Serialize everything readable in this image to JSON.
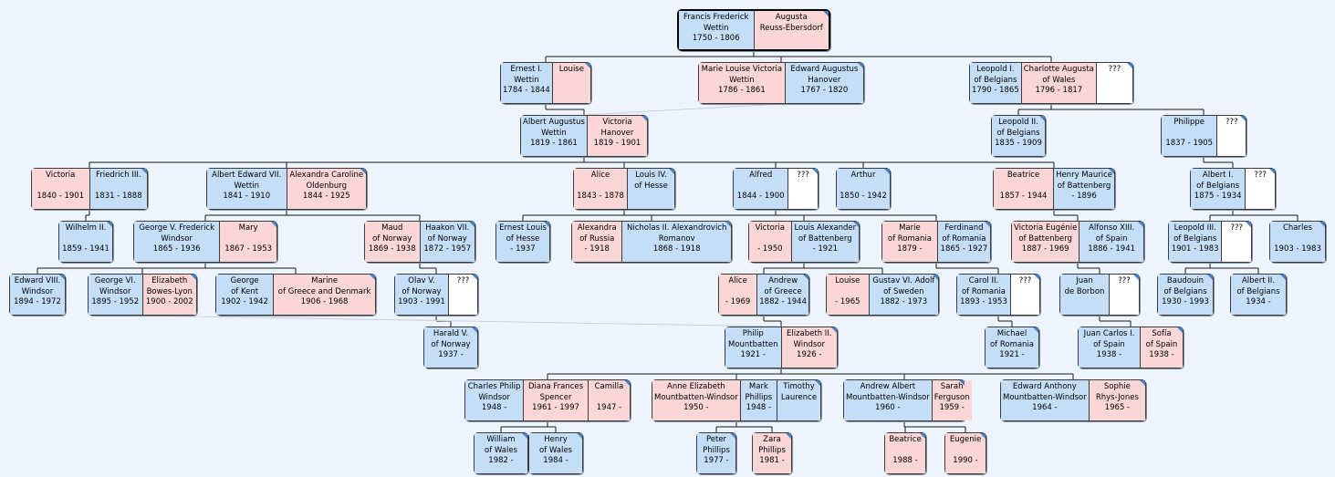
{
  "families": [
    {
      "id": "f1",
      "root": true,
      "people": [
        {
          "lines": [
            "Francis Frederick",
            "Wettin",
            "1750 - 1806"
          ],
          "sex": "m"
        },
        {
          "lines": [
            "Augusta",
            "Reuss-Ebersdorf",
            ""
          ],
          "sex": "f"
        }
      ]
    },
    {
      "id": "f2",
      "people": [
        {
          "lines": [
            "Ernest I.",
            "Wettin",
            "1784 - 1844"
          ],
          "sex": "m"
        },
        {
          "lines": [
            "Louise",
            "",
            ""
          ],
          "sex": "f"
        }
      ]
    },
    {
      "id": "f3",
      "people": [
        {
          "lines": [
            "Marie Louise Victoria",
            "Wettin",
            "1786 - 1861"
          ],
          "sex": "f"
        },
        {
          "lines": [
            "Edward Augustus",
            "Hanover",
            "1767 - 1820"
          ],
          "sex": "m"
        }
      ]
    },
    {
      "id": "f4",
      "people": [
        {
          "lines": [
            "Leopold I.",
            "of Belgians",
            "1790 - 1865"
          ],
          "sex": "m"
        },
        {
          "lines": [
            "Charlotte Augusta",
            "of Wales",
            "1796 - 1817"
          ],
          "sex": "f"
        },
        {
          "lines": [
            "???",
            "",
            ""
          ],
          "sex": "u"
        }
      ]
    },
    {
      "id": "f5",
      "people": [
        {
          "lines": [
            "Albert Augustus",
            "Wettin",
            "1819 - 1861"
          ],
          "sex": "m"
        },
        {
          "lines": [
            "Victoria",
            "Hanover",
            "1819 - 1901"
          ],
          "sex": "f"
        }
      ]
    },
    {
      "id": "f6",
      "people": [
        {
          "lines": [
            "Leopold II.",
            "of Belgians",
            "1835 - 1909"
          ],
          "sex": "m"
        }
      ]
    },
    {
      "id": "f7",
      "people": [
        {
          "lines": [
            "Philippe",
            "",
            "1837 - 1905"
          ],
          "sex": "m"
        },
        {
          "lines": [
            "???",
            "",
            ""
          ],
          "sex": "u"
        }
      ]
    },
    {
      "id": "f8",
      "people": [
        {
          "lines": [
            "Victoria",
            "",
            "1840 - 1901"
          ],
          "sex": "f"
        },
        {
          "lines": [
            "Friedrich III.",
            "",
            "1831 - 1888"
          ],
          "sex": "m"
        }
      ]
    },
    {
      "id": "f9",
      "people": [
        {
          "lines": [
            "Albert Edward VII.",
            "Wettin",
            "1841 - 1910"
          ],
          "sex": "m"
        },
        {
          "lines": [
            "Alexandra Caroline",
            "Oldenburg",
            "1844 - 1925"
          ],
          "sex": "f"
        }
      ]
    },
    {
      "id": "f10",
      "people": [
        {
          "lines": [
            "Alice",
            "",
            "1843 - 1878"
          ],
          "sex": "f"
        },
        {
          "lines": [
            "Louis IV.",
            "of Hesse",
            ""
          ],
          "sex": "m"
        }
      ]
    },
    {
      "id": "f11",
      "people": [
        {
          "lines": [
            "Alfred",
            "",
            "1844 - 1900"
          ],
          "sex": "m"
        },
        {
          "lines": [
            "???",
            "",
            ""
          ],
          "sex": "u"
        }
      ]
    },
    {
      "id": "f12",
      "people": [
        {
          "lines": [
            "Arthur",
            "",
            "1850 - 1942"
          ],
          "sex": "m"
        }
      ]
    },
    {
      "id": "f13",
      "people": [
        {
          "lines": [
            "Beatrice",
            "",
            "1857 - 1944"
          ],
          "sex": "f"
        },
        {
          "lines": [
            "Henry Maurice",
            "of Battenberg",
            "- 1896"
          ],
          "sex": "m"
        }
      ]
    },
    {
      "id": "f14",
      "people": [
        {
          "lines": [
            "Albert I.",
            "of Belgians",
            "1875 - 1934"
          ],
          "sex": "m"
        },
        {
          "lines": [
            "???",
            "",
            ""
          ],
          "sex": "u"
        }
      ]
    },
    {
      "id": "f15",
      "people": [
        {
          "lines": [
            "Wilhelm II.",
            "",
            "1859 - 1941"
          ],
          "sex": "m"
        }
      ]
    },
    {
      "id": "f16",
      "people": [
        {
          "lines": [
            "George V. Frederick",
            "Windsor",
            "1865 - 1936"
          ],
          "sex": "m"
        },
        {
          "lines": [
            "Mary",
            "",
            "1867 - 1953"
          ],
          "sex": "f"
        }
      ]
    },
    {
      "id": "f17",
      "people": [
        {
          "lines": [
            "Maud",
            "of Norway",
            "1869 - 1938"
          ],
          "sex": "f"
        },
        {
          "lines": [
            "Haakon VII.",
            "of Norway",
            "1872 - 1957"
          ],
          "sex": "m"
        }
      ]
    },
    {
      "id": "f18",
      "people": [
        {
          "lines": [
            "Ernest Louis",
            "of Hesse",
            "- 1937"
          ],
          "sex": "m"
        }
      ]
    },
    {
      "id": "f19",
      "people": [
        {
          "lines": [
            "Alexandra",
            "of Russia",
            "- 1918"
          ],
          "sex": "f"
        },
        {
          "lines": [
            "Nicholas II. Alexandrovich",
            "Romanov",
            "1868 - 1918"
          ],
          "sex": "m"
        }
      ]
    },
    {
      "id": "f20",
      "people": [
        {
          "lines": [
            "Victoria",
            "",
            "- 1950"
          ],
          "sex": "f"
        },
        {
          "lines": [
            "Louis Alexander",
            "of Battenberg",
            "- 1921"
          ],
          "sex": "m"
        }
      ]
    },
    {
      "id": "f21",
      "people": [
        {
          "lines": [
            "Marie",
            "of Romania",
            "1879 -"
          ],
          "sex": "f"
        },
        {
          "lines": [
            "Ferdinand",
            "of Romania",
            "1865 - 1927"
          ],
          "sex": "m"
        }
      ]
    },
    {
      "id": "f22",
      "people": [
        {
          "lines": [
            "Victoria Eugénie",
            "of Battenberg",
            "1887 - 1969"
          ],
          "sex": "f"
        },
        {
          "lines": [
            "Alfonso XIII.",
            "of Spain",
            "1886 - 1941"
          ],
          "sex": "m"
        }
      ]
    },
    {
      "id": "f23",
      "people": [
        {
          "lines": [
            "Leopold III.",
            "of Belgians",
            "1901 - 1983"
          ],
          "sex": "m"
        },
        {
          "lines": [
            "???",
            "",
            ""
          ],
          "sex": "u"
        }
      ]
    },
    {
      "id": "f24",
      "people": [
        {
          "lines": [
            "Charles",
            "",
            "1903 - 1983"
          ],
          "sex": "m"
        }
      ]
    },
    {
      "id": "f25",
      "people": [
        {
          "lines": [
            "Edward VIII.",
            "Windsor",
            "1894 - 1972"
          ],
          "sex": "m"
        }
      ]
    },
    {
      "id": "f26",
      "people": [
        {
          "lines": [
            "George VI.",
            "Windsor",
            "1895 - 1952"
          ],
          "sex": "m"
        },
        {
          "lines": [
            "Elizabeth",
            "Bowes-Lyon",
            "1900 - 2002"
          ],
          "sex": "f"
        }
      ]
    },
    {
      "id": "f27",
      "people": [
        {
          "lines": [
            "George",
            "of Kent",
            "1902 - 1942"
          ],
          "sex": "m"
        },
        {
          "lines": [
            "Marine",
            "of Greece and Denmark",
            "1906 - 1968"
          ],
          "sex": "f"
        }
      ]
    },
    {
      "id": "f28",
      "people": [
        {
          "lines": [
            "Olav V.",
            "of Norway",
            "1903 - 1991"
          ],
          "sex": "m"
        },
        {
          "lines": [
            "???",
            "",
            ""
          ],
          "sex": "u"
        }
      ]
    },
    {
      "id": "f29",
      "people": [
        {
          "lines": [
            "Alice",
            "",
            "- 1969"
          ],
          "sex": "f"
        },
        {
          "lines": [
            "Andrew",
            "of Greece",
            "1882 - 1944"
          ],
          "sex": "m"
        }
      ]
    },
    {
      "id": "f30",
      "people": [
        {
          "lines": [
            "Louise",
            "",
            "- 1965"
          ],
          "sex": "f"
        },
        {
          "lines": [
            "Gustav VI. Adolf",
            "of Sweden",
            "1882 - 1973"
          ],
          "sex": "m"
        }
      ]
    },
    {
      "id": "f31",
      "people": [
        {
          "lines": [
            "Carol II.",
            "of Romania",
            "1893 - 1953"
          ],
          "sex": "m"
        },
        {
          "lines": [
            "???",
            "",
            ""
          ],
          "sex": "u"
        }
      ]
    },
    {
      "id": "f32",
      "people": [
        {
          "lines": [
            "Juan",
            "de Borbon",
            ""
          ],
          "sex": "m"
        },
        {
          "lines": [
            "???",
            "",
            ""
          ],
          "sex": "u"
        }
      ]
    },
    {
      "id": "f33",
      "people": [
        {
          "lines": [
            "Baudouin",
            "of Belgians",
            "1930 - 1993"
          ],
          "sex": "m"
        }
      ]
    },
    {
      "id": "f34",
      "people": [
        {
          "lines": [
            "Albert II.",
            "of Belgians",
            "1934 -"
          ],
          "sex": "m"
        }
      ]
    },
    {
      "id": "f35",
      "people": [
        {
          "lines": [
            "Harald V.",
            "of Norway",
            "1937 -"
          ],
          "sex": "m"
        }
      ]
    },
    {
      "id": "f36",
      "people": [
        {
          "lines": [
            "Philip",
            "Mountbatten",
            "1921 -"
          ],
          "sex": "m"
        },
        {
          "lines": [
            "Elizabeth II.",
            "Windsor",
            "1926 -"
          ],
          "sex": "f"
        }
      ]
    },
    {
      "id": "f37",
      "people": [
        {
          "lines": [
            "Michael",
            "of Romania",
            "1921 -"
          ],
          "sex": "m"
        }
      ]
    },
    {
      "id": "f38",
      "people": [
        {
          "lines": [
            "Juan Carlos I.",
            "of Spain",
            "1938 -"
          ],
          "sex": "m"
        },
        {
          "lines": [
            "Sofía",
            "of Spain",
            "1938 -"
          ],
          "sex": "f"
        }
      ]
    },
    {
      "id": "f39",
      "people": [
        {
          "lines": [
            "Charles Philip",
            "Windsor",
            "1948 -"
          ],
          "sex": "m"
        },
        {
          "lines": [
            "Diana Frances",
            "Spencer",
            "1961 - 1997"
          ],
          "sex": "f"
        },
        {
          "lines": [
            "Camilla",
            "",
            "1947 -"
          ],
          "sex": "f"
        }
      ]
    },
    {
      "id": "f40",
      "people": [
        {
          "lines": [
            "Anne Elizabeth",
            "Mountbatten-Windsor",
            "1950 -"
          ],
          "sex": "f"
        },
        {
          "lines": [
            "Mark",
            "Phillips",
            "1948 -"
          ],
          "sex": "m"
        },
        {
          "lines": [
            "Timothy",
            "Laurence",
            ""
          ],
          "sex": "m"
        }
      ]
    },
    {
      "id": "f41",
      "people": [
        {
          "lines": [
            "Andrew Albert",
            "Mountbatten-Windsor",
            "1960 -"
          ],
          "sex": "m"
        },
        {
          "lines": [
            "Sarah",
            "Ferguson",
            "1959 -"
          ],
          "sex": "f"
        }
      ]
    },
    {
      "id": "f42",
      "people": [
        {
          "lines": [
            "Edward Anthony",
            "Mountbatten-Windsor",
            "1964 -"
          ],
          "sex": "m"
        },
        {
          "lines": [
            "Sophie",
            "Rhys-Jones",
            "1965 -"
          ],
          "sex": "f"
        }
      ]
    },
    {
      "id": "f43",
      "people": [
        {
          "lines": [
            "William",
            "of Wales",
            "1982 -"
          ],
          "sex": "m"
        }
      ]
    },
    {
      "id": "f44",
      "people": [
        {
          "lines": [
            "Henry",
            "of Wales",
            "1984 -"
          ],
          "sex": "m"
        }
      ]
    },
    {
      "id": "f45",
      "people": [
        {
          "lines": [
            "Peter",
            "Phillips",
            "1977 -"
          ],
          "sex": "m"
        }
      ]
    },
    {
      "id": "f46",
      "people": [
        {
          "lines": [
            "Zara",
            "Phillips",
            "1981 -"
          ],
          "sex": "f"
        }
      ]
    },
    {
      "id": "f47",
      "people": [
        {
          "lines": [
            "Beatrice",
            "",
            "1988 -"
          ],
          "sex": "f"
        }
      ]
    },
    {
      "id": "f48",
      "people": [
        {
          "lines": [
            "Eugenie",
            "",
            "1990 -"
          ],
          "sex": "f"
        }
      ]
    }
  ],
  "links": [
    {
      "from": "f1",
      "to": [
        "f2",
        "f3",
        "f4"
      ]
    },
    {
      "from": "f2",
      "to": [
        "f5"
      ]
    },
    {
      "from": "f3",
      "to": [
        "f5"
      ]
    },
    {
      "from": "f4",
      "to": [
        "f6",
        "f7"
      ]
    },
    {
      "from": "f5",
      "to": [
        "f8",
        "f9",
        "f10",
        "f11",
        "f12",
        "f13"
      ]
    },
    {
      "from": "f7",
      "to": [
        "f14"
      ]
    },
    {
      "from": "f8",
      "to": [
        "f15"
      ]
    },
    {
      "from": "f9",
      "to": [
        "f16",
        "f17"
      ]
    },
    {
      "from": "f10",
      "to": [
        "f18",
        "f19",
        "f20"
      ]
    },
    {
      "from": "f11",
      "to": [
        "f21"
      ]
    },
    {
      "from": "f13",
      "to": [
        "f22"
      ]
    },
    {
      "from": "f14",
      "to": [
        "f23",
        "f24"
      ]
    },
    {
      "from": "f16",
      "to": [
        "f25",
        "f26",
        "f27"
      ]
    },
    {
      "from": "f17",
      "to": [
        "f28"
      ]
    },
    {
      "from": "f20",
      "to": [
        "f29",
        "f30"
      ]
    },
    {
      "from": "f21",
      "to": [
        "f31"
      ]
    },
    {
      "from": "f22",
      "to": [
        "f32"
      ]
    },
    {
      "from": "f23",
      "to": [
        "f33",
        "f34"
      ]
    },
    {
      "from": "f28",
      "to": [
        "f35"
      ]
    },
    {
      "from": "f29",
      "to": [
        "f36"
      ]
    },
    {
      "from": "f26",
      "to": [
        "f36"
      ]
    },
    {
      "from": "f31",
      "to": [
        "f37"
      ]
    },
    {
      "from": "f32",
      "to": [
        "f38"
      ]
    },
    {
      "from": "f36",
      "to": [
        "f39",
        "f40",
        "f41",
        "f42"
      ]
    },
    {
      "from": "f39",
      "to": [
        "f43",
        "f44"
      ]
    },
    {
      "from": "f40",
      "to": [
        "f45",
        "f46"
      ]
    },
    {
      "from": "f41",
      "to": [
        "f47",
        "f48"
      ]
    }
  ],
  "colors": {
    "male": "#c5def7",
    "female": "#fad6d6",
    "unknown": "#ffffff",
    "background": "#eef4fb",
    "line": "#1a1a1a"
  }
}
